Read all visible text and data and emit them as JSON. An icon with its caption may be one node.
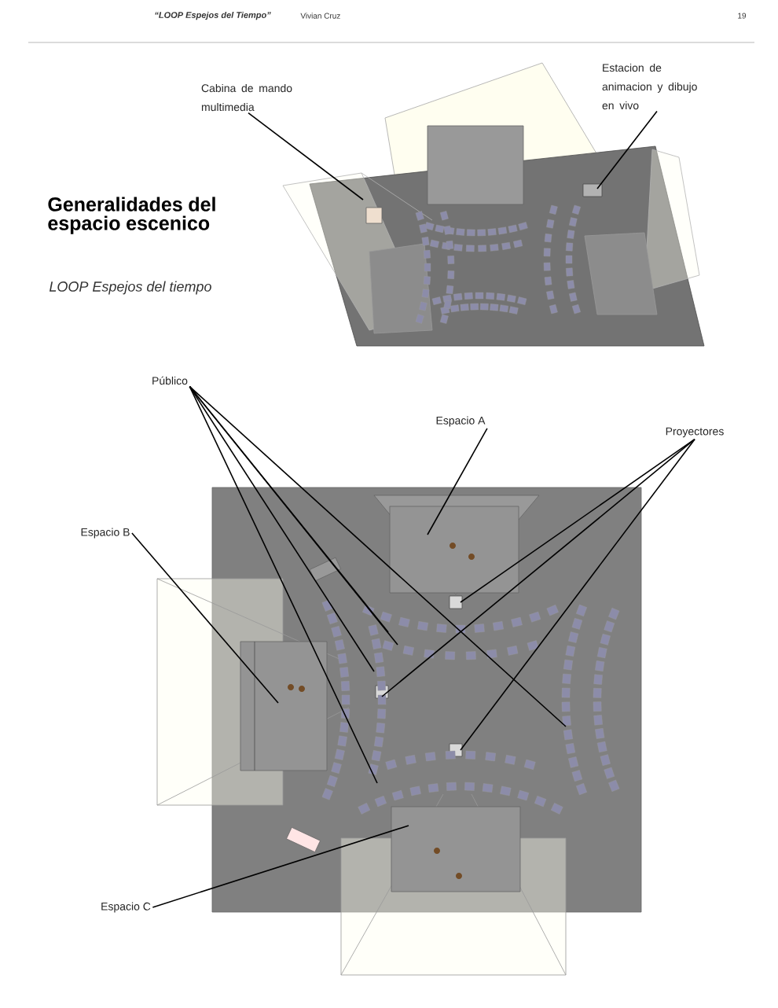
{
  "diagram": {
    "title": "Generalidades del espacio escenico",
    "nodes": [
      {
        "text": [
          "Cabina de mando multimedia"
        ]
      },
      {
        "text": [
          "Estacion de animacion y dibujo en vivo"
        ]
      },
      {
        "text": [
          "Público"
        ]
      },
      {
        "text": [
          "Espacio A"
        ]
      },
      {
        "text": [
          "Proyectores"
        ]
      },
      {
        "text": [
          "Espacio B"
        ]
      },
      {
        "text": [
          "Espacio C"
        ]
      }
    ],
    "edges": [
      {
        "from": 0,
        "to": null,
        "arrow": "none"
      },
      {
        "from": 1,
        "to": null,
        "arrow": "none"
      },
      {
        "from": 2,
        "to": null,
        "arrow": "none"
      },
      {
        "from": 2,
        "to": null,
        "arrow": "none"
      },
      {
        "from": 2,
        "to": null,
        "arrow": "none"
      },
      {
        "from": 2,
        "to": null,
        "arrow": "none"
      },
      {
        "from": 2,
        "to": null,
        "arrow": "none"
      },
      {
        "from": 3,
        "to": null,
        "arrow": "none"
      },
      {
        "from": 4,
        "to": null,
        "arrow": "none"
      },
      {
        "from": 4,
        "to": null,
        "arrow": "none"
      },
      {
        "from": 4,
        "to": null,
        "arrow": "none"
      },
      {
        "from": 5,
        "to": null,
        "arrow": "none"
      },
      {
        "from": 6,
        "to": null,
        "arrow": "none"
      }
    ],
    "labels": [
      "“LOOP Espejos del Tiempo”",
      "Vivian Cruz",
      "19",
      "LOOP Espejos del tiempo"
    ]
  }
}
